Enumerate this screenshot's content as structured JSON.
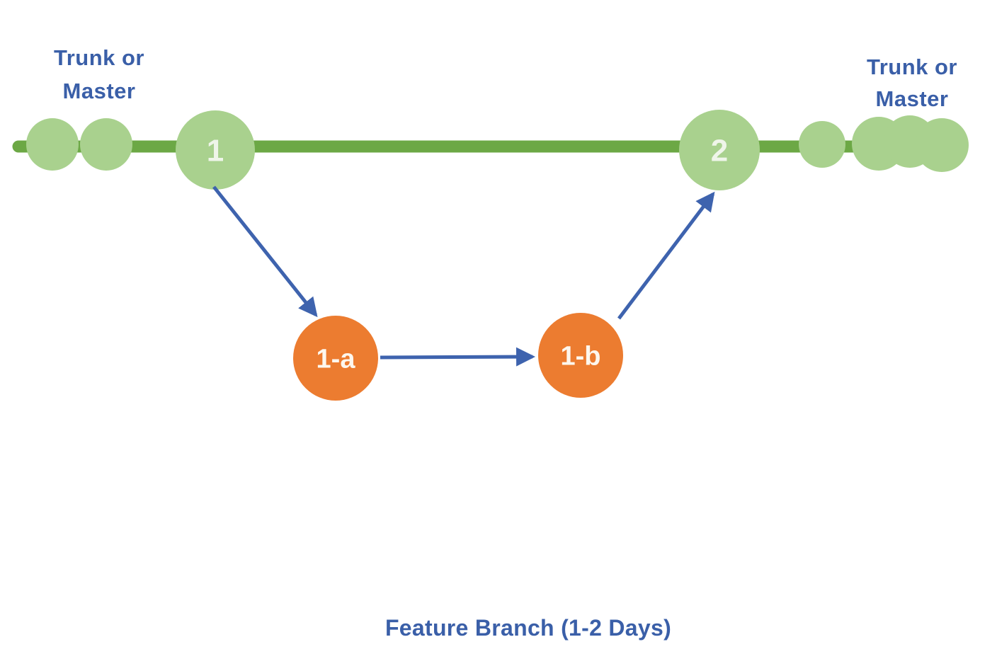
{
  "diagram": {
    "trunk_label_left": {
      "line1": "Trunk or",
      "line2": "Master"
    },
    "trunk_label_right": {
      "line1": "Trunk or",
      "line2": "Master"
    },
    "caption": "Feature Branch (1-2 Days)",
    "nodes": {
      "trunk_commit_1": "1",
      "trunk_commit_2": "2",
      "feature_commit_a": "1-a",
      "feature_commit_b": "1-b"
    }
  },
  "colors": {
    "trunk_line": "#6ca845",
    "commit_dot": "#a9d18e",
    "trunk_node_fill": "#a9d18e",
    "feature_node_fill": "#ec7c30",
    "arrow": "#3e63ae",
    "label_text": "#3a5fa8",
    "trunk_node_text": "#eff5e9",
    "feature_node_text": "#fdf7ee"
  }
}
